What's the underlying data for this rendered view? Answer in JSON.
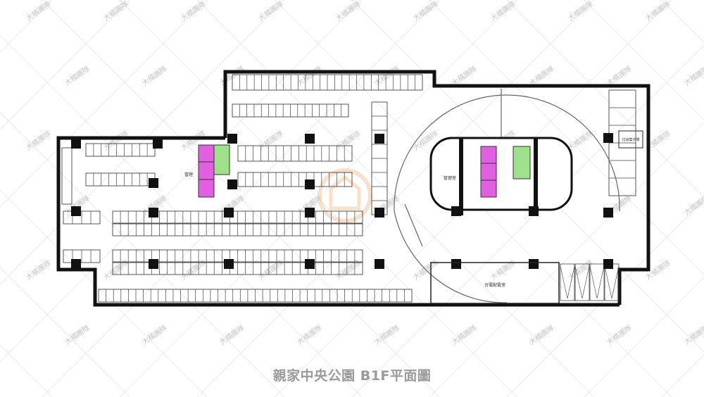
{
  "caption": "親家中央公園 B1F平面圖",
  "watermark_text": "大橘團隊",
  "plan": {
    "room_label_west": "管理",
    "room_label_core_left": "管理室",
    "room_label_bottom": "台電配電室",
    "room_label_east_box": "垃圾集中場"
  },
  "colors": {
    "wall": "#111111",
    "stall_line": "#444444",
    "elevator": "#e15fe0",
    "stair": "#9fe08a",
    "watermark": "#c8c8c8",
    "caption": "#9a9a9a",
    "logo": "#f2c9a0"
  },
  "icons": [
    "elevator-icon",
    "stair-icon",
    "watermark-logo-icon"
  ]
}
